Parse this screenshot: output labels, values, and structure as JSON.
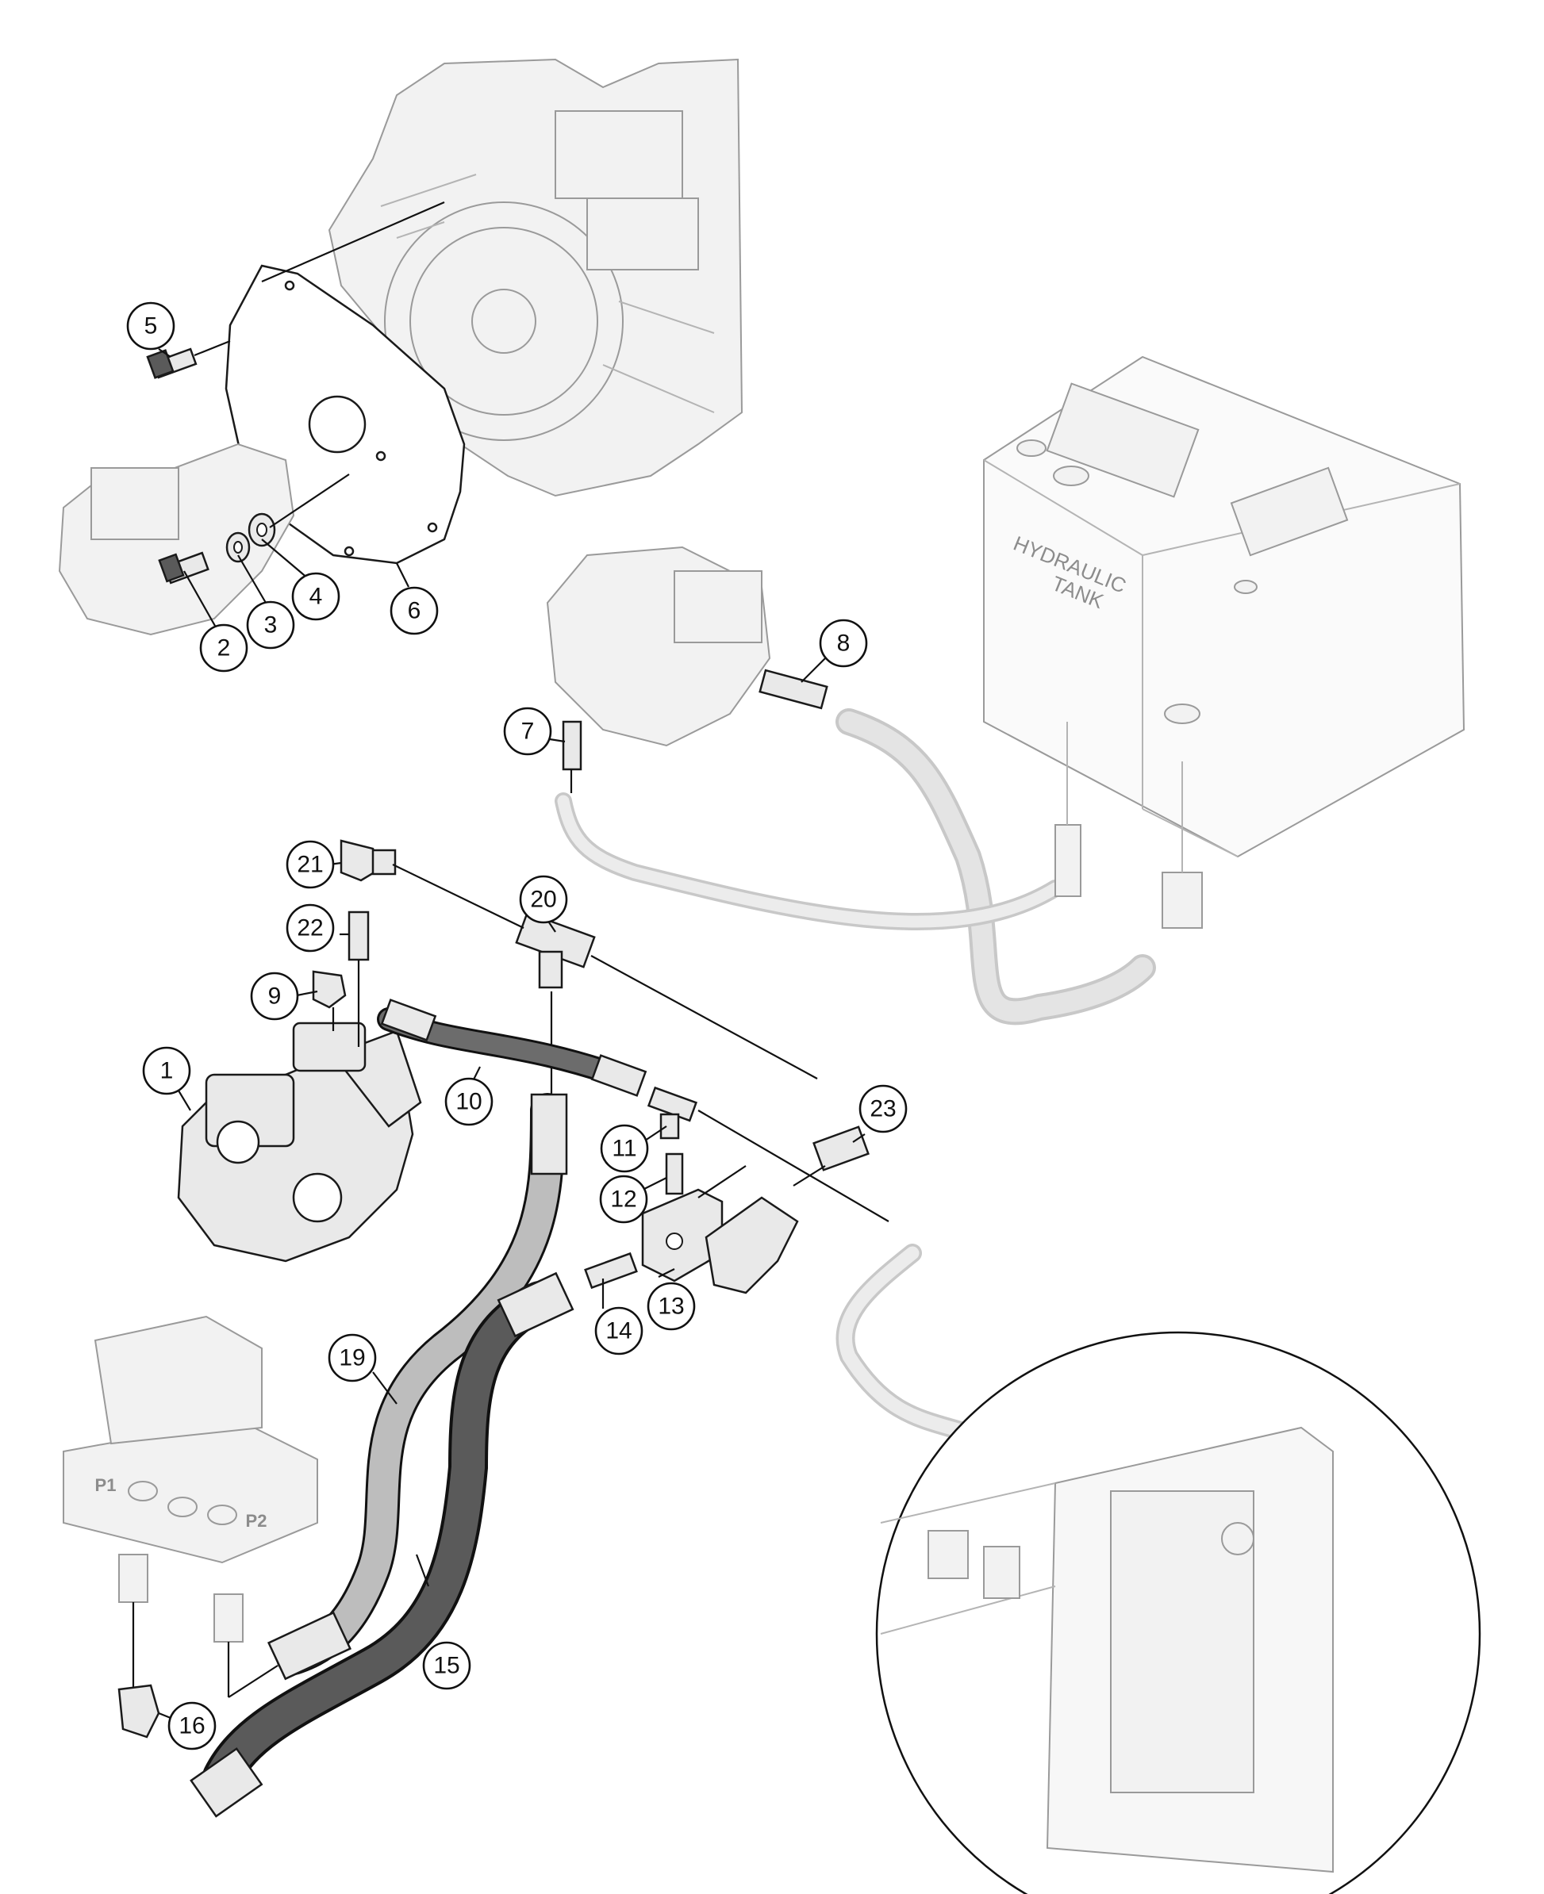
{
  "labels": {
    "tank_line1": "HYDRAULIC",
    "tank_line2": "TANK",
    "port_p1": "P1",
    "port_p2": "P2"
  },
  "callouts": [
    {
      "id": "1",
      "name": "callout-1"
    },
    {
      "id": "2",
      "name": "callout-2"
    },
    {
      "id": "3",
      "name": "callout-3"
    },
    {
      "id": "4",
      "name": "callout-4"
    },
    {
      "id": "5",
      "name": "callout-5"
    },
    {
      "id": "6",
      "name": "callout-6"
    },
    {
      "id": "7",
      "name": "callout-7"
    },
    {
      "id": "8",
      "name": "callout-8"
    },
    {
      "id": "9",
      "name": "callout-9"
    },
    {
      "id": "10",
      "name": "callout-10"
    },
    {
      "id": "11",
      "name": "callout-11"
    },
    {
      "id": "12",
      "name": "callout-12"
    },
    {
      "id": "13",
      "name": "callout-13"
    },
    {
      "id": "14",
      "name": "callout-14"
    },
    {
      "id": "15",
      "name": "callout-15"
    },
    {
      "id": "16",
      "name": "callout-16"
    },
    {
      "id": "19",
      "name": "callout-19"
    },
    {
      "id": "20",
      "name": "callout-20"
    },
    {
      "id": "21",
      "name": "callout-21"
    },
    {
      "id": "22",
      "name": "callout-22"
    },
    {
      "id": "23",
      "name": "callout-23"
    }
  ],
  "colors": {
    "line": "#111111",
    "ghost": "#9a9a9a",
    "hose_light": "#bdbdbd",
    "hose_dark": "#5a5a5a"
  }
}
